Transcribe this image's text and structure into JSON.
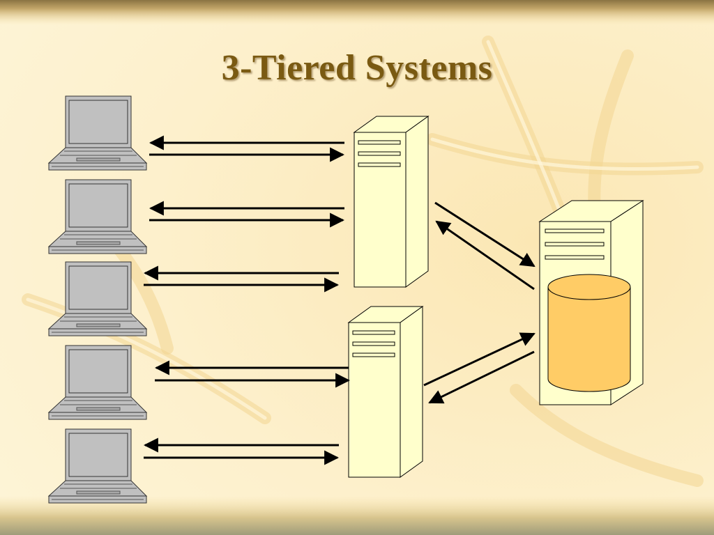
{
  "slide": {
    "title": "3-Tiered Systems"
  },
  "colors": {
    "title": "#7a5a12",
    "background_light": "#fdf2cf",
    "background_mid": "#f6dc9e",
    "band_dark": "#8a7342",
    "server_fill": "#ffffcc",
    "laptop_screen": "#c0c0c0",
    "laptop_body": "#c0c0c0",
    "database_fill": "#ffcc66",
    "arrow": "#000000"
  },
  "diagram": {
    "clients": [
      {
        "name": "client-1"
      },
      {
        "name": "client-2"
      },
      {
        "name": "client-3"
      },
      {
        "name": "client-4"
      },
      {
        "name": "client-5"
      }
    ],
    "application_servers": [
      {
        "name": "application-server-1"
      },
      {
        "name": "application-server-2"
      }
    ],
    "database_server": {
      "name": "database-server",
      "icon": "database-cylinder-icon"
    }
  }
}
